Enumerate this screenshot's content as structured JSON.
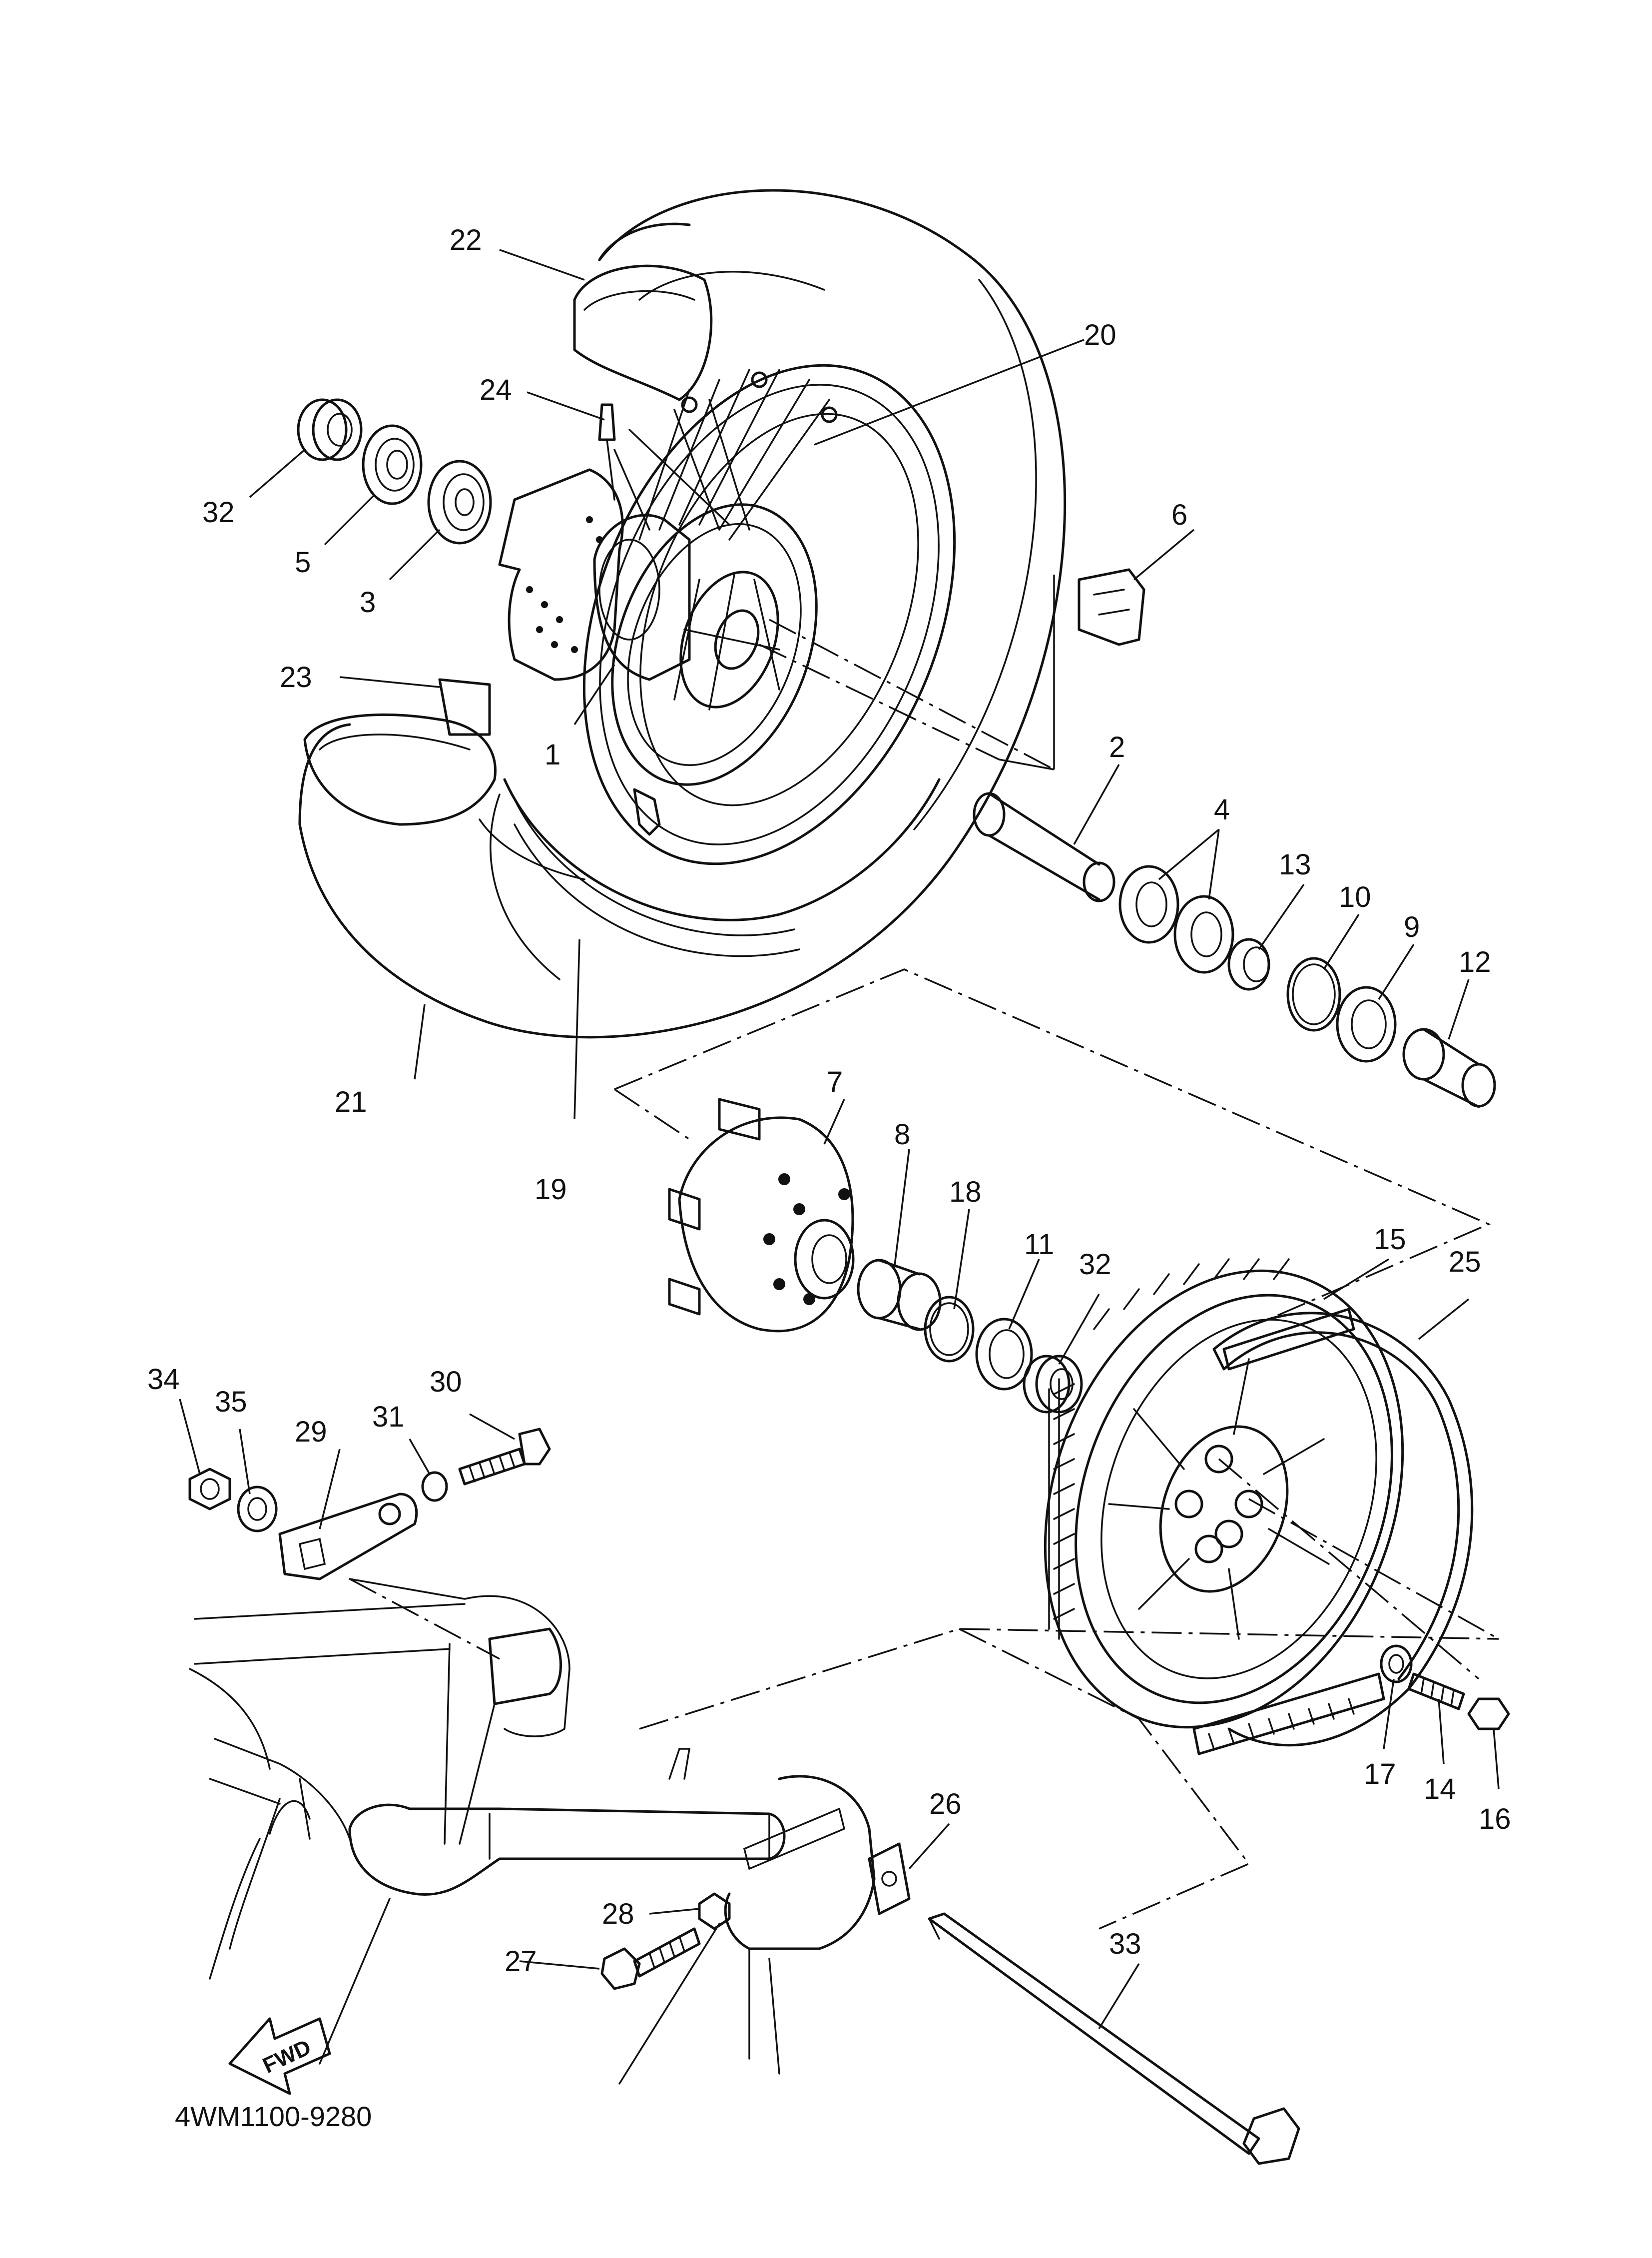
{
  "drawing_code": "4WM1100-9280",
  "fwd_label": "FWD",
  "callouts": [
    "1",
    "2",
    "3",
    "4",
    "5",
    "6",
    "7",
    "8",
    "9",
    "10",
    "11",
    "12",
    "13",
    "14",
    "15",
    "16",
    "17",
    "18",
    "19",
    "20",
    "21",
    "22",
    "23",
    "24",
    "25",
    "26",
    "27",
    "28",
    "29",
    "30",
    "31",
    "32",
    "32",
    "33",
    "34",
    "35"
  ]
}
